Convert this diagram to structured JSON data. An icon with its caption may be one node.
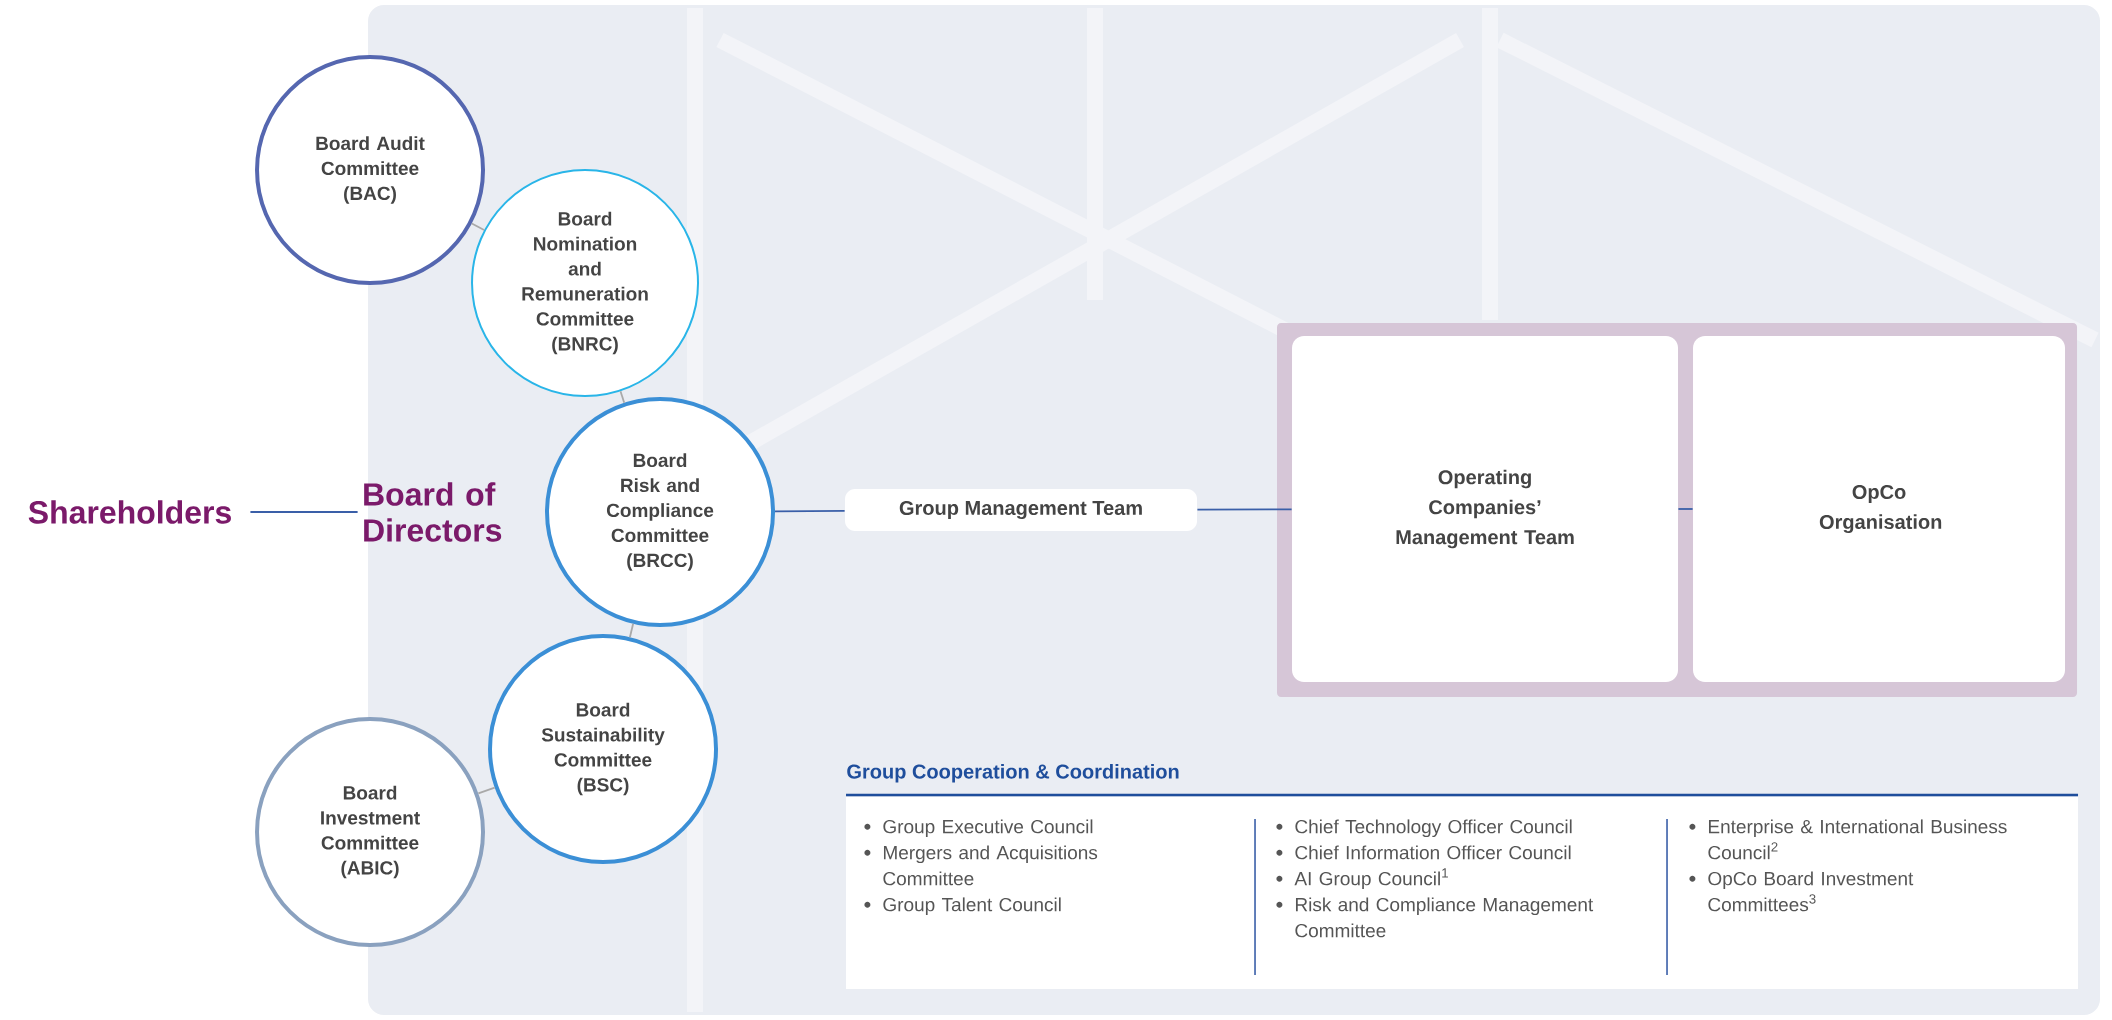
{
  "diagram": {
    "nodes": [
      {
        "text": [
          "Shareholders"
        ]
      },
      {
        "text": [
          "Board of Directors"
        ]
      },
      {
        "text": [
          "Board Audit Committee (BAC)"
        ]
      },
      {
        "text": [
          "Board Nomination and Remuneration Committee (BNRC)"
        ]
      },
      {
        "text": [
          "Board Risk and Compliance Committee (BRCC)"
        ]
      },
      {
        "text": [
          "Board Sustainability Committee (BSC)"
        ]
      },
      {
        "text": [
          "Board Investment Committee (ABIC)"
        ]
      },
      {
        "text": [
          "Group Management Team"
        ]
      },
      {
        "text": [],
        "shape": "box"
      },
      {
        "text": [
          "Operating Companies’ Management Team"
        ],
        "in": 8
      },
      {
        "text": [
          "OpCo Organisation"
        ],
        "in": 8
      },
      {
        "text": [
          "Group Cooperation & Coordination",
          "Group Executive Council",
          "Mergers and Acquisitions Committee",
          "Group Talent Council",
          "Chief Technology Officer Council",
          "Chief Information Officer Council",
          "AI Group Council$^{1}$",
          "Risk and Compliance Management Committee",
          "Enterprise & International Business Council$^{2}$",
          "OpCo Board Investment Committees$^{3}$"
        ]
      }
    ],
    "edges": [
      {
        "from": 0,
        "to": 1,
        "arrow": "none"
      },
      {
        "from": 2,
        "to": 3,
        "arrow": "none",
        "color": "#a9a9a9"
      },
      {
        "from": 3,
        "to": 4,
        "arrow": "none",
        "color": "#a9a9a9"
      },
      {
        "from": 4,
        "to": 5,
        "arrow": "none",
        "color": "#a9a9a9"
      },
      {
        "from": 5,
        "to": 6,
        "arrow": "none",
        "color": "#a9a9a9"
      },
      {
        "from": 4,
        "to": 7,
        "arrow": "none"
      },
      {
        "from": 7,
        "to": 9,
        "arrow": "none"
      },
      {
        "from": 9,
        "to": 10,
        "arrow": "none"
      }
    ]
  }
}
